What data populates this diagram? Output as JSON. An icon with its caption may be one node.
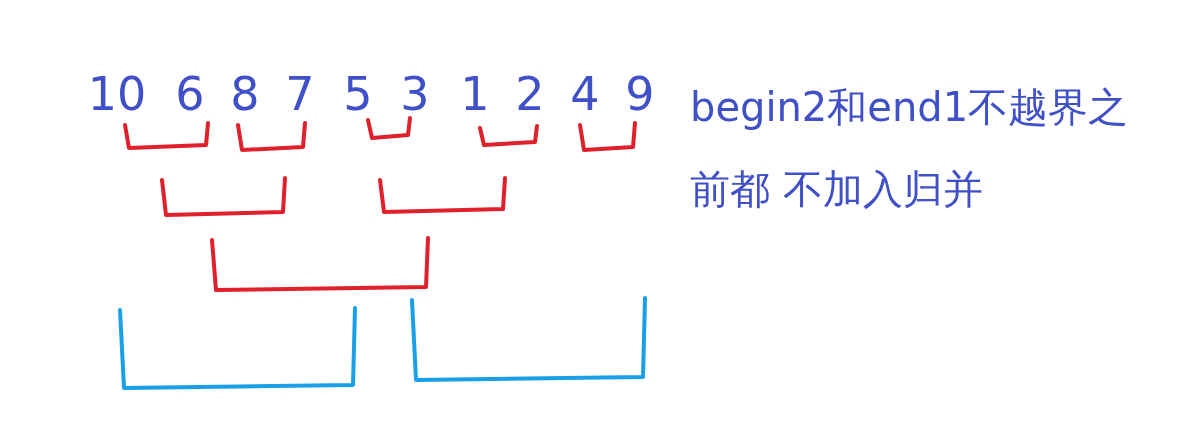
{
  "diagram": {
    "labels": [
      "10",
      "6",
      "8",
      "7",
      "5",
      "3",
      "1",
      "2",
      "4",
      "9",
      "begin2和end1不越界之前都 不加入归并"
    ]
  }
}
